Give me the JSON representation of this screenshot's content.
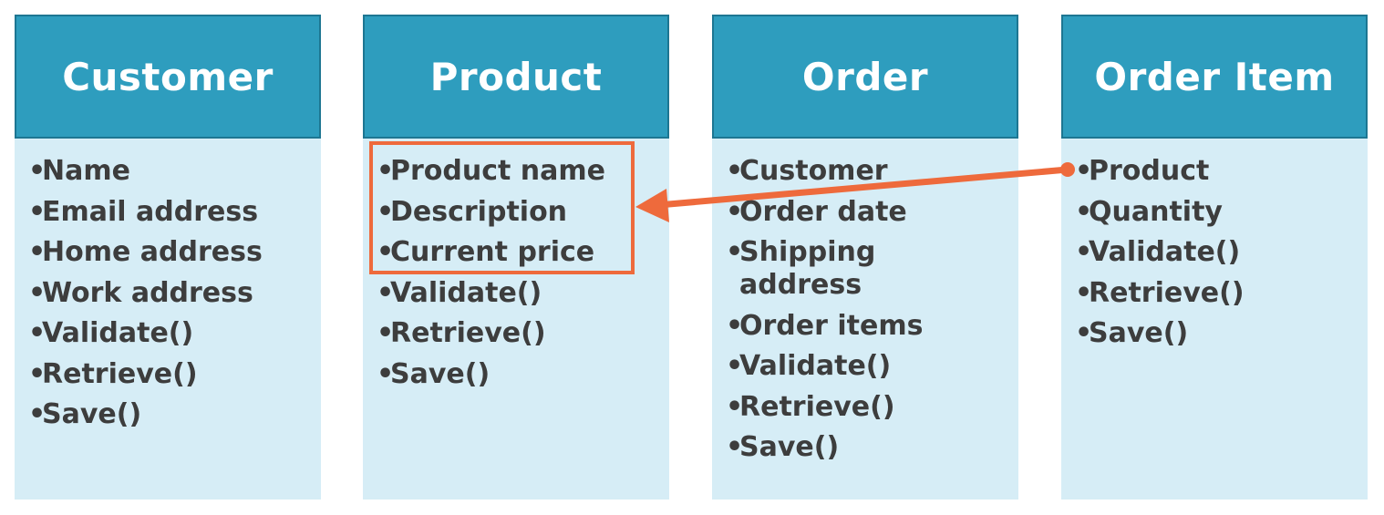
{
  "classes": [
    {
      "name": "Customer",
      "items": [
        "Name",
        "Email address",
        "Home address",
        "Work address",
        "Validate()",
        "Retrieve()",
        "Save()"
      ]
    },
    {
      "name": "Product",
      "items": [
        "Product name",
        "Description",
        "Current price",
        "Validate()",
        "Retrieve()",
        "Save()"
      ]
    },
    {
      "name": "Order",
      "items": [
        "Customer",
        "Order date",
        "Shipping\naddress",
        "Order items",
        "Validate()",
        "Retrieve()",
        "Save()"
      ]
    },
    {
      "name": "Order Item",
      "items": [
        "Product",
        "Quantity",
        "Validate()",
        "Retrieve()",
        "Save()"
      ]
    }
  ],
  "bullet": "•",
  "colors": {
    "header_bg": "#2e9dbe",
    "header_border": "#1d7692",
    "body_bg": "#d6edf6",
    "text": "#3d3d3d",
    "highlight": "#ee6a3c"
  }
}
